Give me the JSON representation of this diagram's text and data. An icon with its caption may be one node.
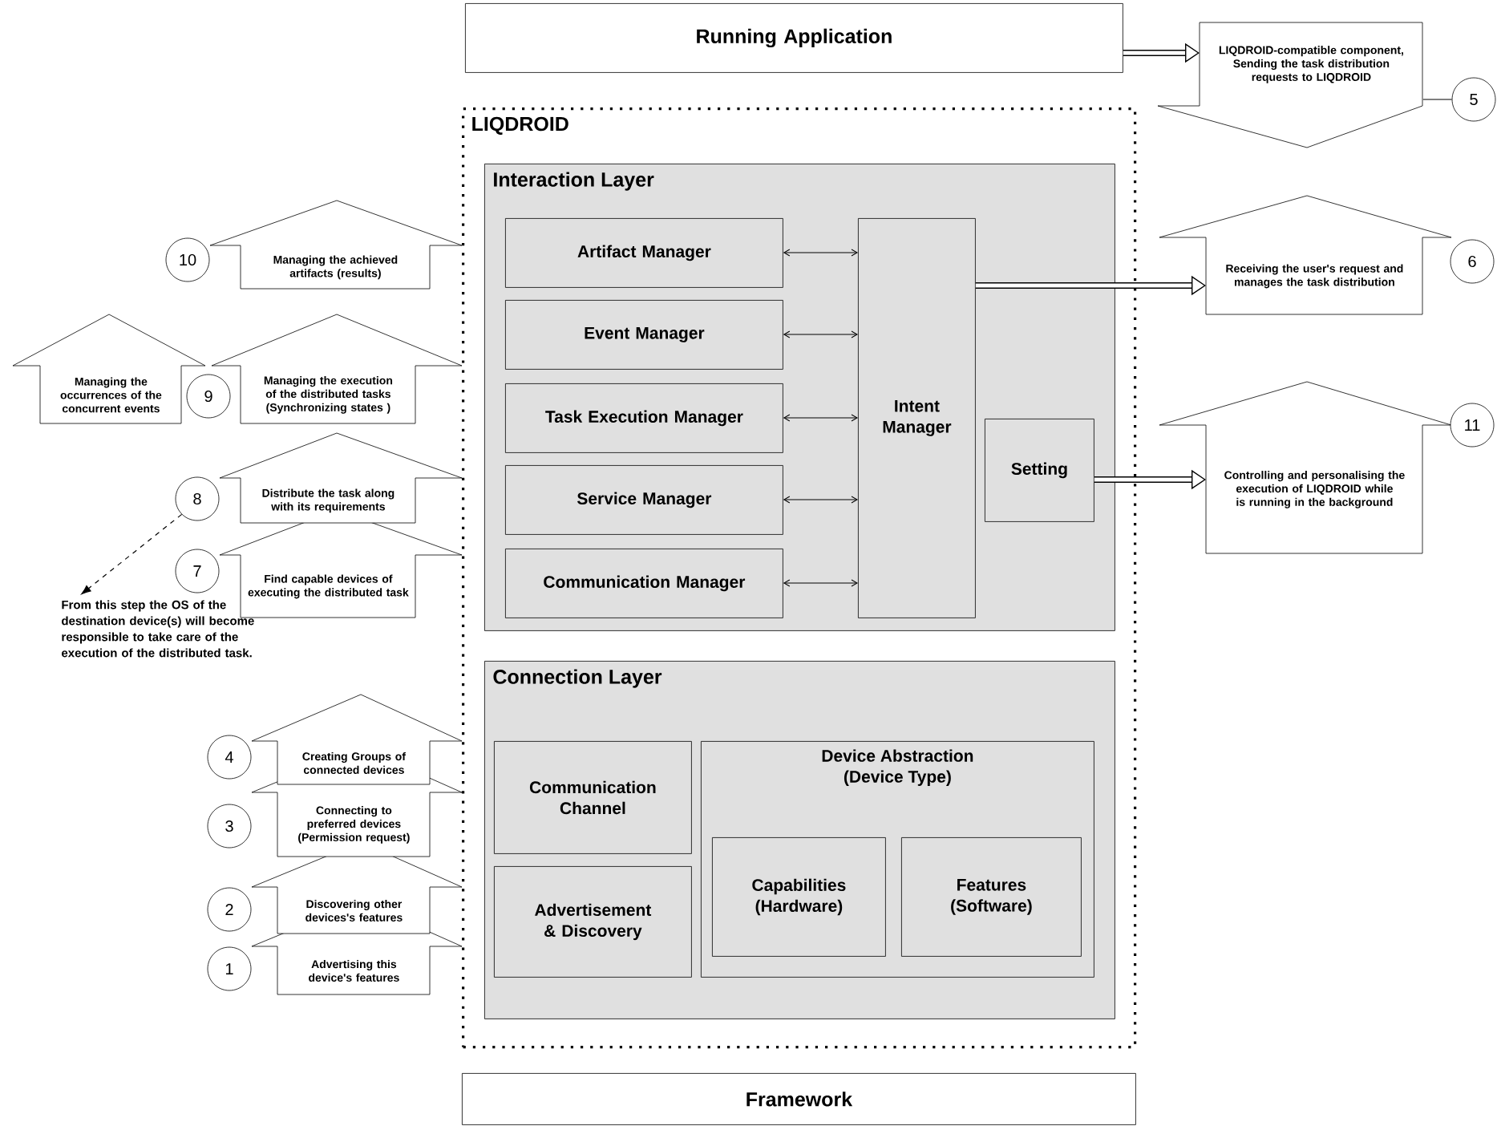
{
  "diagram": {
    "nodes": [
      {
        "text": [
          "Running Application"
        ]
      },
      {
        "text": [
          "LIQDROID-compatible component, Sending the task distribution requests to LIQDROID"
        ]
      },
      {
        "text": [
          "5"
        ]
      },
      {
        "text": [
          "LIQDROID"
        ]
      },
      {
        "text": [
          "Interaction Layer"
        ],
        "in": 3
      },
      {
        "text": [
          "Artifact Manager"
        ],
        "in": 4
      },
      {
        "text": [
          "Event Manager"
        ],
        "in": 4
      },
      {
        "text": [
          "Task Execution Manager"
        ],
        "in": 4
      },
      {
        "text": [
          "Service Manager"
        ],
        "in": 4
      },
      {
        "text": [
          "Communication Manager"
        ],
        "in": 4
      },
      {
        "text": [
          "Intent Manager"
        ],
        "in": 4
      },
      {
        "text": [
          "Setting"
        ],
        "in": 4
      },
      {
        "text": [
          "Connection Layer"
        ],
        "in": 3
      },
      {
        "text": [
          "Communication Channel"
        ],
        "in": 12
      },
      {
        "text": [
          "Advertisement & Discovery"
        ],
        "in": 12
      },
      {
        "text": [
          "Device Abstraction (Device Type)"
        ],
        "in": 12
      },
      {
        "text": [
          "Capabilities (Hardware)"
        ],
        "in": 15
      },
      {
        "text": [
          "Features (Software)"
        ],
        "in": 15
      },
      {
        "text": [
          "Framework"
        ]
      },
      {
        "text": [
          "10"
        ]
      },
      {
        "text": [
          "Managing the achieved artifacts (results)"
        ]
      },
      {
        "text": [
          "Managing the occurrences of the concurrent events"
        ]
      },
      {
        "text": [
          "9"
        ]
      },
      {
        "text": [
          "Managing the execution of the distributed tasks (Synchronizing states )"
        ]
      },
      {
        "text": [
          "8"
        ]
      },
      {
        "text": [
          "Distribute the task along with its requirements"
        ]
      },
      {
        "text": [
          "From this step the OS of the destination device(s) will become responsible to take care of the execution of the distributed task."
        ]
      },
      {
        "text": [
          "7"
        ]
      },
      {
        "text": [
          "Find capable devices of executing the distributed task"
        ]
      },
      {
        "text": [
          "4"
        ]
      },
      {
        "text": [
          "Creating Groups of connected devices"
        ]
      },
      {
        "text": [
          "3"
        ]
      },
      {
        "text": [
          "Connecting to preferred devices (Permission request)"
        ]
      },
      {
        "text": [
          "2"
        ]
      },
      {
        "text": [
          "Discovering other devices's features"
        ]
      },
      {
        "text": [
          "1"
        ]
      },
      {
        "text": [
          "Advertising this device's features"
        ]
      },
      {
        "text": [
          "Receiving the user's request and manages the task distribution"
        ]
      },
      {
        "text": [
          "6"
        ]
      },
      {
        "text": [
          "Controlling and personalising the execution of LIQDROID while is running in the background"
        ]
      },
      {
        "text": [
          "11"
        ]
      }
    ],
    "edges": [
      {
        "from": 0,
        "to": 1,
        "arrow": "to",
        "style": "thick"
      },
      {
        "from": 1,
        "to": 2,
        "arrow": "none"
      },
      {
        "from": 5,
        "to": 10,
        "arrow": "both"
      },
      {
        "from": 6,
        "to": 10,
        "arrow": "both"
      },
      {
        "from": 7,
        "to": 10,
        "arrow": "both"
      },
      {
        "from": 8,
        "to": 10,
        "arrow": "both"
      },
      {
        "from": 9,
        "to": 10,
        "arrow": "both"
      },
      {
        "from": 10,
        "to": 37,
        "arrow": "to",
        "style": "thick"
      },
      {
        "from": 11,
        "to": 39,
        "arrow": "to",
        "style": "thick"
      },
      {
        "from": 24,
        "to": 26,
        "arrow": "to",
        "style": "dashed"
      }
    ]
  }
}
